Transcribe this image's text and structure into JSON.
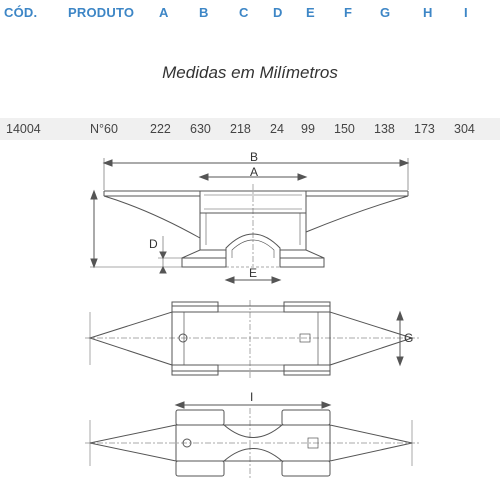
{
  "header": {
    "cod": "CÓD.",
    "produto": "PRODUTO",
    "cols": [
      "A",
      "B",
      "C",
      "D",
      "E",
      "F",
      "G",
      "H",
      "I"
    ]
  },
  "subtitle": "Medidas em Milímetros",
  "row": {
    "cod": "14004",
    "produto": "N°60",
    "values": [
      "222",
      "630",
      "218",
      "24",
      "99",
      "150",
      "138",
      "173",
      "304"
    ]
  },
  "drawing_labels": {
    "b": "B",
    "a": "A",
    "d": "D",
    "e": "E",
    "g": "G",
    "i": "I"
  },
  "colors": {
    "header_text": "#3d86c6",
    "row_bg": "#f0f0f0",
    "line": "#555555"
  }
}
